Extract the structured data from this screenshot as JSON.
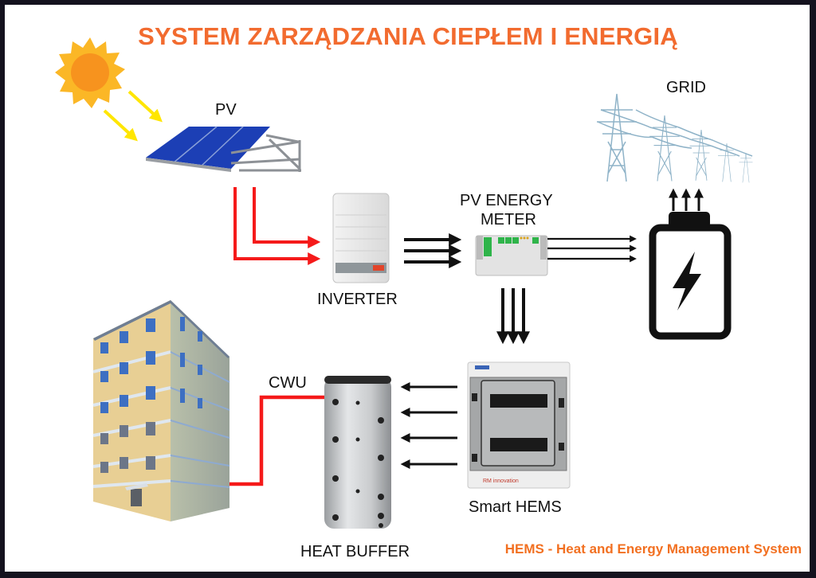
{
  "title": "SYSTEM ZARZĄDZANIA CIEPŁEM I ENERGIĄ",
  "labels": {
    "pv": "PV",
    "grid": "GRID",
    "inverter": "INVERTER",
    "meter_line1": "PV ENERGY",
    "meter_line2": "METER",
    "hems": "Smart HEMS",
    "cwu": "CWU",
    "heat_buffer": "HEAT BUFFER"
  },
  "footer": "HEMS - Heat and Energy Management System",
  "colors": {
    "title": "#f26b2f",
    "footer": "#f27021",
    "dc_flow": "#f51a1a",
    "ac_flow": "#111111",
    "sun_rays": "#ffe600",
    "sun_core": "#f7931e",
    "sun_halo": "#fbb726",
    "pv_panel": "#1c3fb5",
    "hot_water": "#f51a1a"
  },
  "components": [
    "sun",
    "pv-panel",
    "inverter",
    "pv-energy-meter",
    "grid-towers",
    "battery",
    "smart-hems",
    "heat-buffer",
    "building"
  ]
}
